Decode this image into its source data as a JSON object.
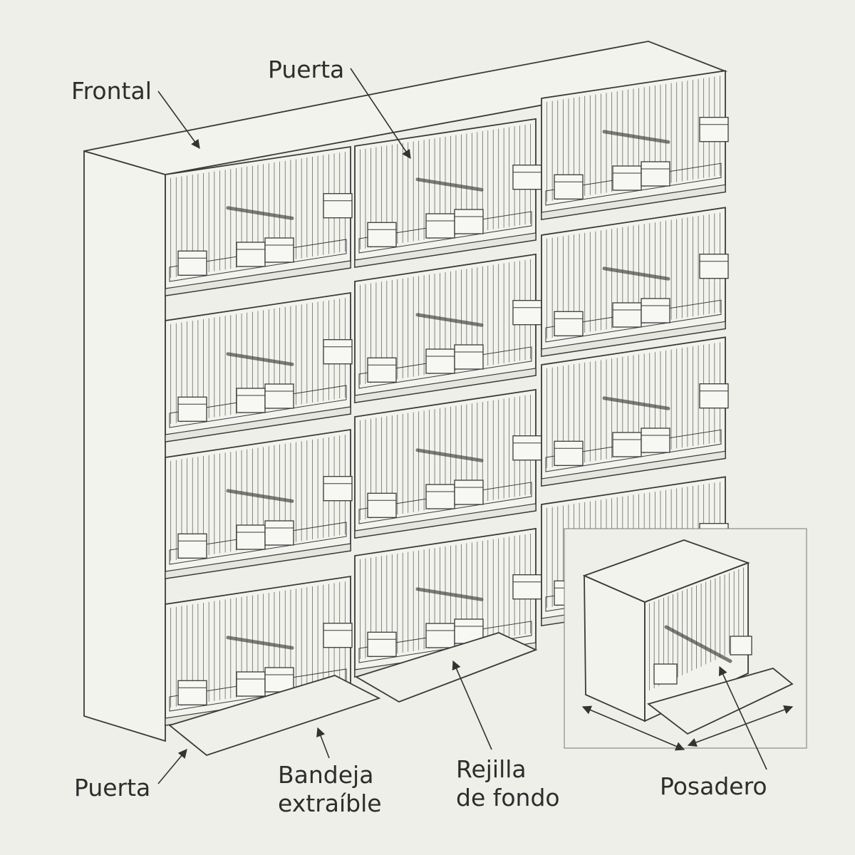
{
  "diagram": {
    "labels": {
      "frontal": "Frontal",
      "puerta_top": "Puerta",
      "puerta_bottom": "Puerta",
      "bandeja_line1": "Bandeja",
      "bandeja_line2": "extraíble",
      "rejilla_line1": "Rejilla",
      "rejilla_line2": "de fondo",
      "posadero": "Posadero"
    },
    "grid": {
      "rows": 4,
      "columns": 3
    },
    "colors": {
      "background": "#efefe9",
      "cage_fill": "#f3f3ee",
      "line": "#3a3a3a",
      "text": "#2d2d2d"
    }
  }
}
